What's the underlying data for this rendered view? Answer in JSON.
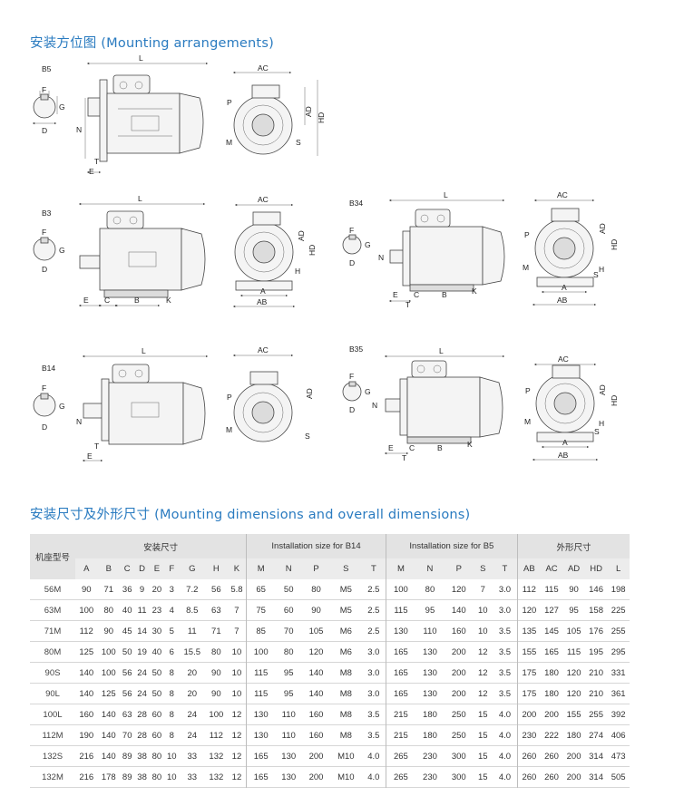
{
  "section1_title": "安装方位图 (Mounting arrangements)",
  "section2_title": "安装尺寸及外形尺寸 (Mounting dimensions and overall dimensions)",
  "drawings": {
    "b5": {
      "label": "B5",
      "dims": [
        "L",
        "AC",
        "AD",
        "HD",
        "F",
        "G",
        "D",
        "N",
        "T",
        "E",
        "P",
        "M",
        "S"
      ]
    },
    "b3": {
      "label": "B3",
      "dims": [
        "L",
        "AC",
        "AD",
        "HD",
        "H",
        "F",
        "G",
        "D",
        "E",
        "C",
        "B",
        "K",
        "A",
        "AB"
      ]
    },
    "b34": {
      "label": "B34",
      "dims": [
        "L",
        "AC",
        "AD",
        "HD",
        "H",
        "F",
        "G",
        "D",
        "N",
        "E",
        "C",
        "B",
        "K",
        "T",
        "P",
        "M",
        "S",
        "A",
        "AB"
      ]
    },
    "b14": {
      "label": "B14",
      "dims": [
        "L",
        "AC",
        "AD",
        "F",
        "G",
        "D",
        "N",
        "T",
        "E",
        "P",
        "M",
        "S"
      ]
    },
    "b35": {
      "label": "B35",
      "dims": [
        "L",
        "AC",
        "AD",
        "HD",
        "H",
        "F",
        "G",
        "D",
        "N",
        "E",
        "C",
        "B",
        "K",
        "T",
        "P",
        "M",
        "S",
        "A",
        "AB"
      ]
    }
  },
  "table": {
    "model_header": "机座型号",
    "groups": [
      "安装尺寸",
      "Installation size for B14",
      "Installation size for B5",
      "外形尺寸"
    ],
    "columns": [
      "A",
      "B",
      "C",
      "D",
      "E",
      "F",
      "G",
      "H",
      "K",
      "M",
      "N",
      "P",
      "S",
      "T",
      "M",
      "N",
      "P",
      "S",
      "T",
      "AB",
      "AC",
      "AD",
      "HD",
      "L"
    ],
    "rows": [
      [
        "56M",
        "90",
        "71",
        "36",
        "9",
        "20",
        "3",
        "7.2",
        "56",
        "5.8",
        "65",
        "50",
        "80",
        "M5",
        "2.5",
        "100",
        "80",
        "120",
        "7",
        "3.0",
        "112",
        "115",
        "90",
        "146",
        "198"
      ],
      [
        "63M",
        "100",
        "80",
        "40",
        "11",
        "23",
        "4",
        "8.5",
        "63",
        "7",
        "75",
        "60",
        "90",
        "M5",
        "2.5",
        "115",
        "95",
        "140",
        "10",
        "3.0",
        "120",
        "127",
        "95",
        "158",
        "225"
      ],
      [
        "71M",
        "112",
        "90",
        "45",
        "14",
        "30",
        "5",
        "11",
        "71",
        "7",
        "85",
        "70",
        "105",
        "M6",
        "2.5",
        "130",
        "110",
        "160",
        "10",
        "3.5",
        "135",
        "145",
        "105",
        "176",
        "255"
      ],
      [
        "80M",
        "125",
        "100",
        "50",
        "19",
        "40",
        "6",
        "15.5",
        "80",
        "10",
        "100",
        "80",
        "120",
        "M6",
        "3.0",
        "165",
        "130",
        "200",
        "12",
        "3.5",
        "155",
        "165",
        "115",
        "195",
        "295"
      ],
      [
        "90S",
        "140",
        "100",
        "56",
        "24",
        "50",
        "8",
        "20",
        "90",
        "10",
        "115",
        "95",
        "140",
        "M8",
        "3.0",
        "165",
        "130",
        "200",
        "12",
        "3.5",
        "175",
        "180",
        "120",
        "210",
        "331"
      ],
      [
        "90L",
        "140",
        "125",
        "56",
        "24",
        "50",
        "8",
        "20",
        "90",
        "10",
        "115",
        "95",
        "140",
        "M8",
        "3.0",
        "165",
        "130",
        "200",
        "12",
        "3.5",
        "175",
        "180",
        "120",
        "210",
        "361"
      ],
      [
        "100L",
        "160",
        "140",
        "63",
        "28",
        "60",
        "8",
        "24",
        "100",
        "12",
        "130",
        "110",
        "160",
        "M8",
        "3.5",
        "215",
        "180",
        "250",
        "15",
        "4.0",
        "200",
        "200",
        "155",
        "255",
        "392"
      ],
      [
        "112M",
        "190",
        "140",
        "70",
        "28",
        "60",
        "8",
        "24",
        "112",
        "12",
        "130",
        "110",
        "160",
        "M8",
        "3.5",
        "215",
        "180",
        "250",
        "15",
        "4.0",
        "230",
        "222",
        "180",
        "274",
        "406"
      ],
      [
        "132S",
        "216",
        "140",
        "89",
        "38",
        "80",
        "10",
        "33",
        "132",
        "12",
        "165",
        "130",
        "200",
        "M10",
        "4.0",
        "265",
        "230",
        "300",
        "15",
        "4.0",
        "260",
        "260",
        "200",
        "314",
        "473"
      ],
      [
        "132M",
        "216",
        "178",
        "89",
        "38",
        "80",
        "10",
        "33",
        "132",
        "12",
        "165",
        "130",
        "200",
        "M10",
        "4.0",
        "265",
        "230",
        "300",
        "15",
        "4.0",
        "260",
        "260",
        "200",
        "314",
        "505"
      ]
    ]
  }
}
